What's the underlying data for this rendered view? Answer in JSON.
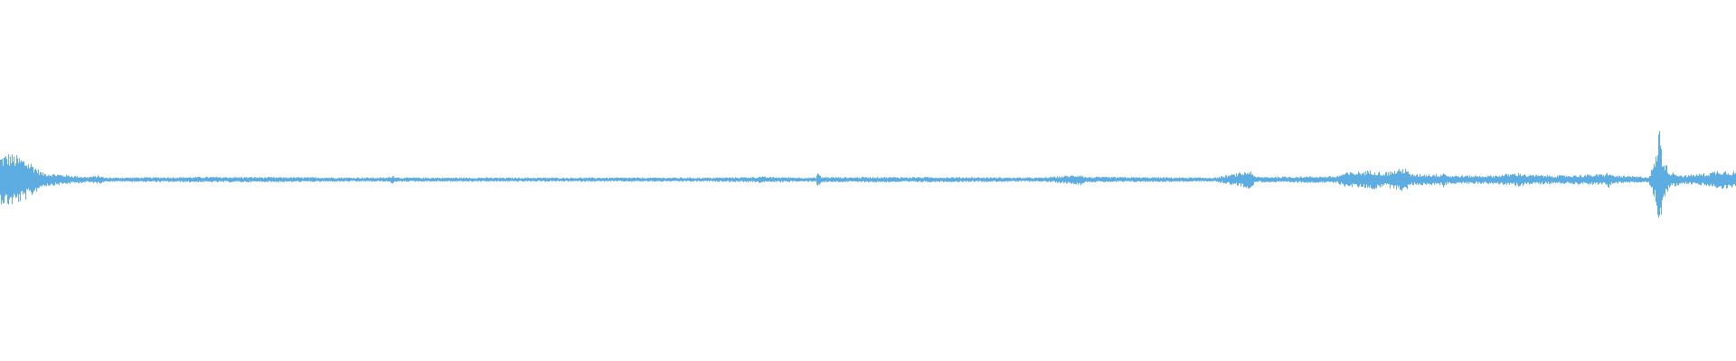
{
  "chart_data": {
    "type": "area",
    "title": "",
    "xlabel": "",
    "ylabel": "",
    "grid": false,
    "legend": "none",
    "ylim": [
      -1,
      1
    ],
    "color": "#5dade2",
    "series": [
      {
        "x": [
          0,
          0.005,
          0.012,
          0.018,
          0.024,
          0.05,
          0.057,
          0.06,
          0.12,
          0.223,
          0.226,
          0.23,
          0.3,
          0.41,
          0.436,
          0.438,
          0.44,
          0.47,
          0.471,
          0.473,
          0.49,
          0.5,
          0.55,
          0.6,
          0.621,
          0.623,
          0.625,
          0.7,
          0.719,
          0.721,
          0.723,
          0.77,
          0.775,
          0.785,
          0.792,
          0.797,
          0.808,
          0.81,
          0.812,
          0.83,
          0.832,
          0.834,
          0.86,
          0.876,
          0.88,
          0.9,
          0.925,
          0.927,
          0.929,
          0.95,
          0.954,
          0.956,
          0.958,
          0.962,
          0.97,
          0.985,
          0.99,
          1.0
        ],
        "amplitude": [
          0.17,
          0.19,
          0.16,
          0.12,
          0.05,
          0.02,
          0.03,
          0.015,
          0.02,
          0.015,
          0.03,
          0.015,
          0.015,
          0.015,
          0.02,
          0.025,
          0.02,
          0.015,
          0.06,
          0.02,
          0.018,
          0.02,
          0.018,
          0.015,
          0.035,
          0.04,
          0.02,
          0.015,
          0.06,
          0.07,
          0.02,
          0.025,
          0.05,
          0.06,
          0.07,
          0.05,
          0.08,
          0.1,
          0.04,
          0.04,
          0.06,
          0.03,
          0.03,
          0.05,
          0.035,
          0.03,
          0.04,
          0.06,
          0.03,
          0.02,
          0.15,
          0.4,
          0.16,
          0.06,
          0.03,
          0.05,
          0.07,
          0.06
        ]
      }
    ]
  }
}
